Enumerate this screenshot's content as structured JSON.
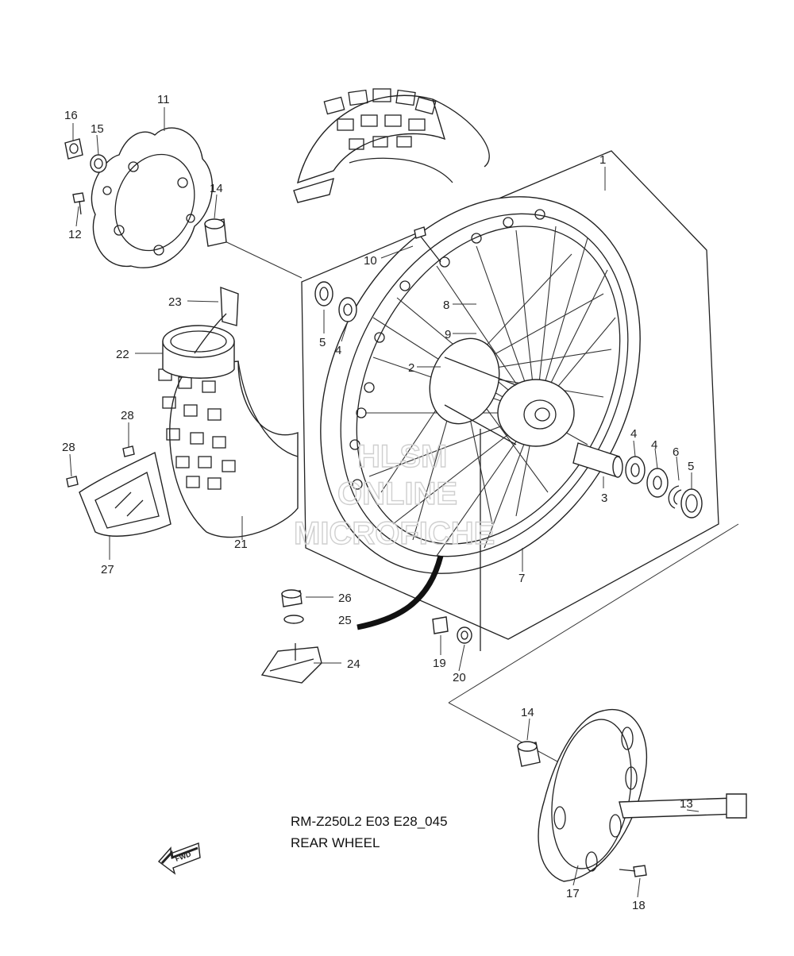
{
  "caption": {
    "model_code": "RM-Z250L2 E03 E28_045",
    "title": "REAR WHEEL"
  },
  "watermark": {
    "line1": "HLSM",
    "line2": "ONLINE",
    "line3": "MICROFICHE"
  },
  "fwd_label": "FWD",
  "callouts": {
    "c1": "1",
    "c2": "2",
    "c3": "3",
    "c4a": "4",
    "c4b": "4",
    "c4c": "4",
    "c5a": "5",
    "c5b": "5",
    "c6": "6",
    "c7": "7",
    "c8": "8",
    "c9": "9",
    "c10": "10",
    "c11": "11",
    "c12": "12",
    "c13": "13",
    "c14a": "14",
    "c14b": "14",
    "c15": "15",
    "c16": "16",
    "c17": "17",
    "c18": "18",
    "c19": "19",
    "c20": "20",
    "c21": "21",
    "c22": "22",
    "c23": "23",
    "c24": "24",
    "c25": "25",
    "c26": "26",
    "c27": "27",
    "c28a": "28",
    "c28b": "28"
  }
}
